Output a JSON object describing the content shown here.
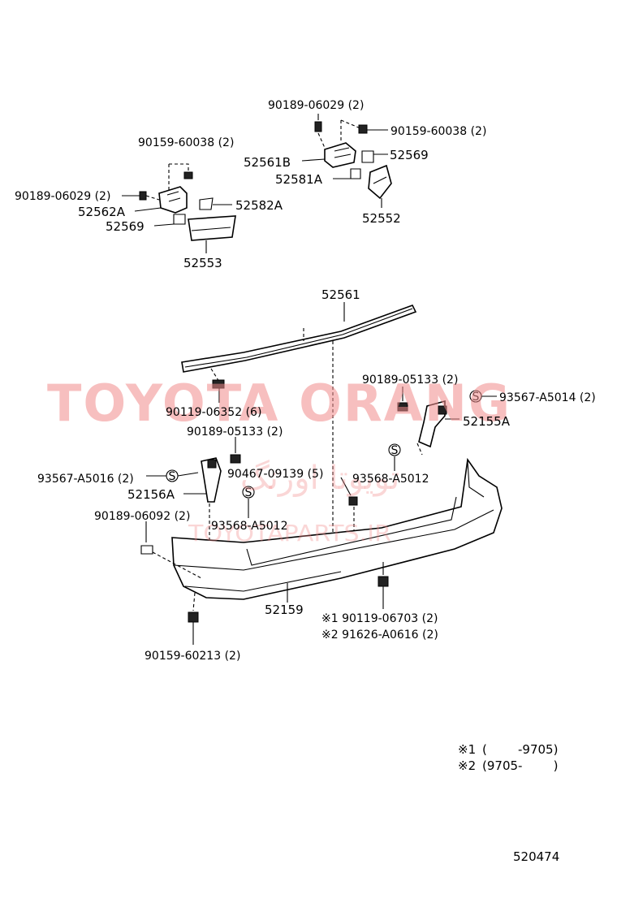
{
  "labels": {
    "p90189_06029_top": "90189-06029 (2)",
    "p90159_60038_top": "90159-60038 (2)",
    "p52561B": "52561B",
    "p52569_right": "52569",
    "p52581A": "52581A",
    "p52552": "52552",
    "p90159_60038_left": "90159-60038 (2)",
    "p90189_06029_left": "90189-06029 (2)",
    "p52562A": "52562A",
    "p52582A": "52582A",
    "p52569_left": "52569",
    "p52553": "52553",
    "p52561": "52561",
    "p90189_05133_right": "90189-05133 (2)",
    "p93567_A5014": "93567-A5014 (2)",
    "p52155A": "52155A",
    "p90119_06352": "90119-06352 (6)",
    "p90189_05133_left": "90189-05133 (2)",
    "p93567_A5016": "93567-A5016 (2)",
    "p90467_09139": "90467-09139 (5)",
    "p93568_A5012_right": "93568-A5012",
    "p52156A": "52156A",
    "p93568_A5012_left": "93568-A5012",
    "p90189_06092": "90189-06092 (2)",
    "p52159": "52159",
    "p90119_06703": "※1 90119-06703 (2)",
    "p91626_A0616": "※2 91626-A0616 (2)",
    "p90159_60213": "90159-60213 (2)"
  },
  "s_marker": "S",
  "legend": {
    "note1_mark": "※1",
    "note1_range": "(        -9705)",
    "note2_mark": "※2",
    "note2_range": "(9705-        )"
  },
  "diagram_code": "520474",
  "watermark": {
    "brand": "TOYOTA ORANG",
    "persian": "تویوتا اورنگ",
    "url": "TOYOTAPARTS.IR"
  },
  "colors": {
    "watermark": "#f08a8a",
    "ink": "#000000"
  }
}
